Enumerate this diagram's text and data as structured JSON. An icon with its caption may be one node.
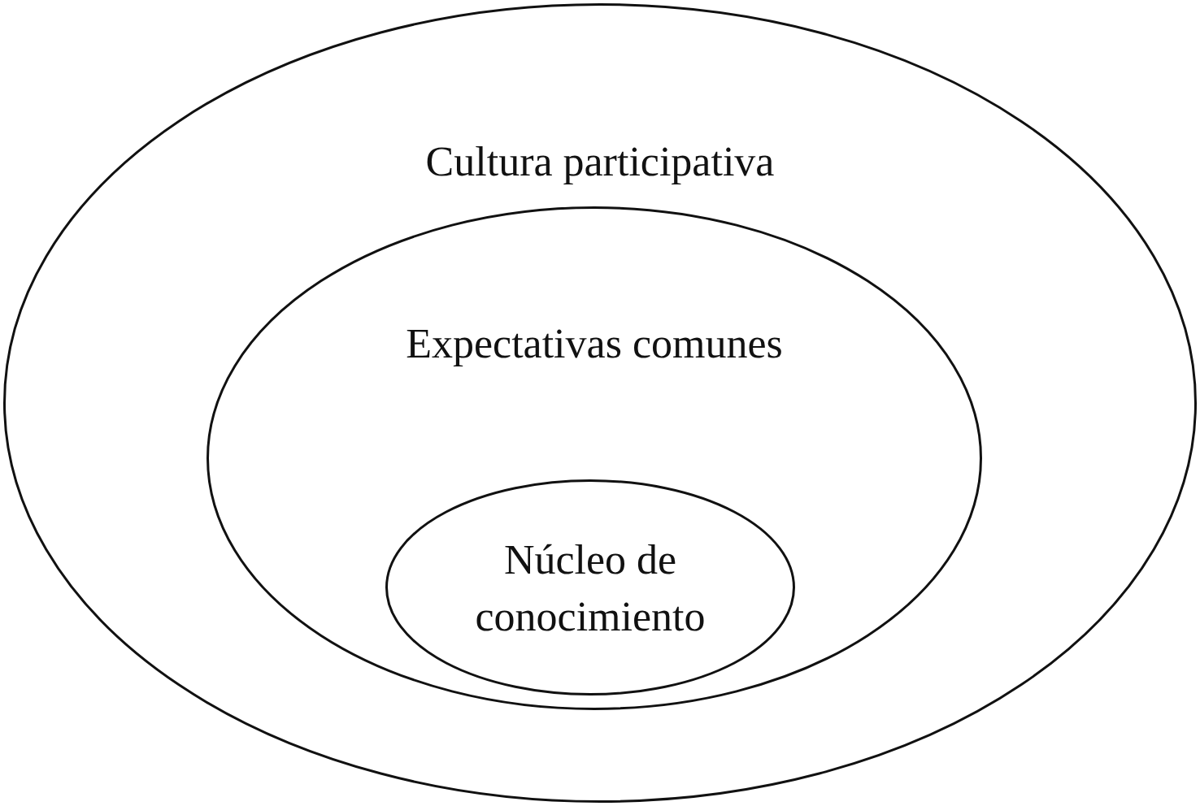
{
  "diagram": {
    "nodes": [
      {
        "text": [
          "Cultura participativa"
        ]
      },
      {
        "text": [
          "Expectativas comunes"
        ],
        "in": 0
      },
      {
        "text": [
          "Núcleo de conocimiento"
        ],
        "in": 1
      }
    ]
  }
}
